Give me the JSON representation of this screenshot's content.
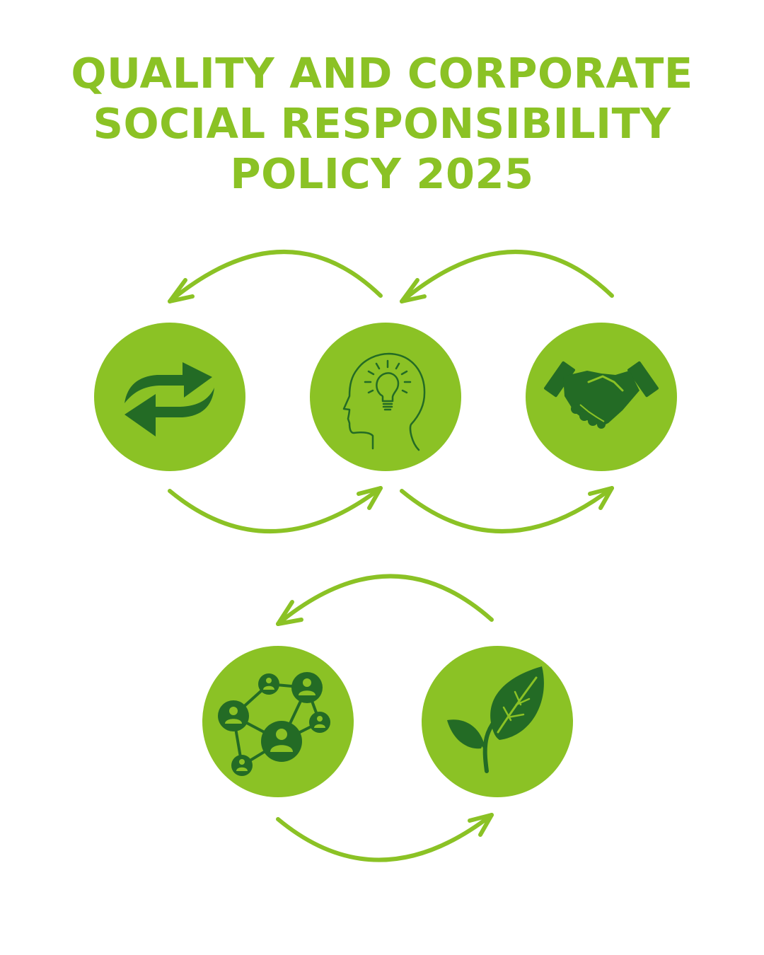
{
  "title": {
    "line1": "QUALITY AND CORPORATE",
    "line2": "SOCIAL RESPONSIBILITY",
    "line3": "POLICY 2025"
  },
  "colors": {
    "title": "#8bc225",
    "circle": "#8bc225",
    "arrow": "#8bc225",
    "icon": "#236b25"
  },
  "icons": [
    "exchange-arrows-icon",
    "head-lightbulb-icon",
    "handshake-icon",
    "people-network-icon",
    "sprout-leaf-icon"
  ]
}
